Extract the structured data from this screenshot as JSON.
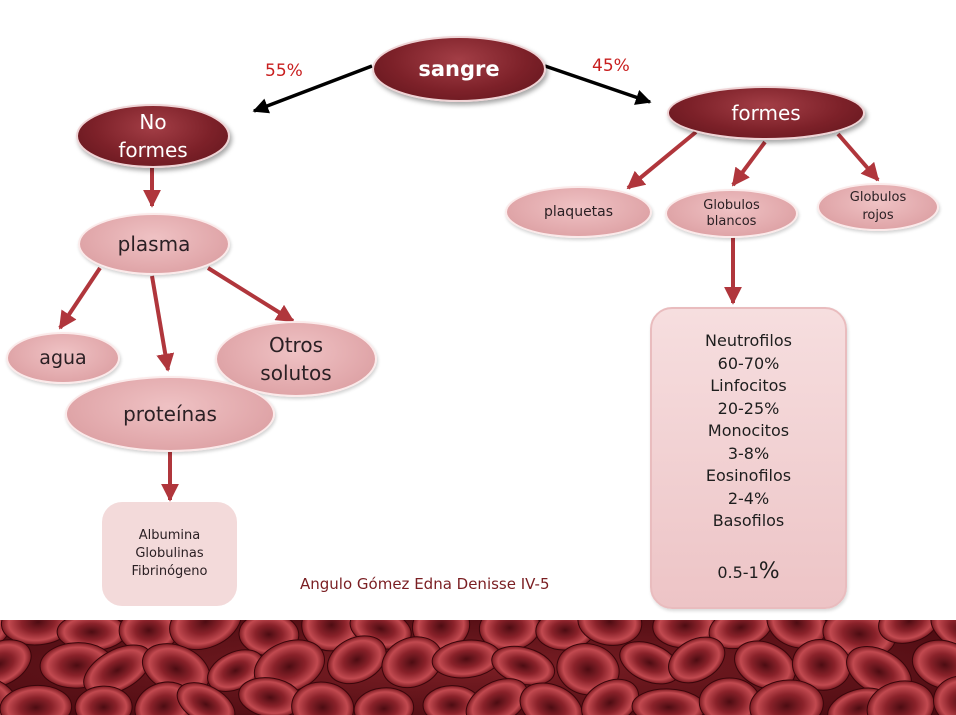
{
  "diagram": {
    "root": "sangre",
    "percent_left": "55%",
    "percent_right": "45%",
    "no_formes": "No\nformes",
    "formes": "formes",
    "plasma": "plasma",
    "agua": "agua",
    "proteinas": "proteínas",
    "otros_solutos": "Otros\nsolutos",
    "proteins_list": "Albumina\nGlobulinas\nFibrinógeno",
    "plaquetas": "plaquetas",
    "globulos_blancos": "Globulos\nblancos",
    "globulos_rojos": "Globulos\nrojos",
    "leukocytes_list": "Neutrofilos\n60-70%\nLinfocitos\n20-25%\nMonocitos\n3-8%\nEosinofilos\n2-4%\nBasofilos",
    "leukocytes_last_value": "0.5-1",
    "leukocytes_last_symbol": "%",
    "author": "Angulo Gómez Edna Denisse IV-5"
  },
  "colors": {
    "dark_node": "#7d2129",
    "light_node": "#e2a9ac",
    "box": "#f3dada",
    "arrow_red": "#b0363c",
    "arrow_black": "#000000",
    "percent_text": "#c81e1e",
    "author_text": "#7a1e22"
  },
  "decor": {
    "bottom_band": "red-blood-cells-image"
  }
}
